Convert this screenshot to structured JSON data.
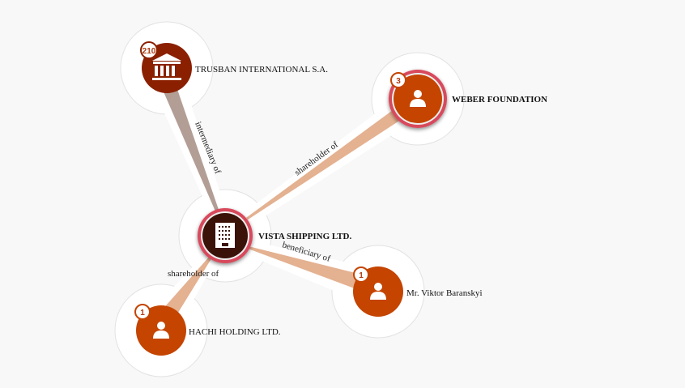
{
  "colors": {
    "bank": "#8a2000",
    "person": "#c44400",
    "company": "#3b1207",
    "ring": "#d84a5c",
    "edge_intermediary": "#b39e96",
    "edge_other": "#e4b191"
  },
  "nodes": {
    "trusban": {
      "label": "TRUSBAN INTERNATIONAL S.A.",
      "badge": "210",
      "icon": "bank-icon"
    },
    "weber": {
      "label": "WEBER FOUNDATION",
      "badge": "3",
      "icon": "person-icon"
    },
    "vista": {
      "label": "VISTA SHIPPING LTD.",
      "icon": "building-icon"
    },
    "viktor": {
      "label": "Mr. Viktor Baranskyi",
      "badge": "1",
      "icon": "person-icon"
    },
    "hachi": {
      "label": "HACHI HOLDING LTD.",
      "badge": "1",
      "icon": "person-icon"
    }
  },
  "edges": {
    "trusban_vista": "intermediary of",
    "weber_vista": "shareholder of",
    "viktor_vista": "beneficiary of",
    "hachi_vista": "shareholder of"
  }
}
